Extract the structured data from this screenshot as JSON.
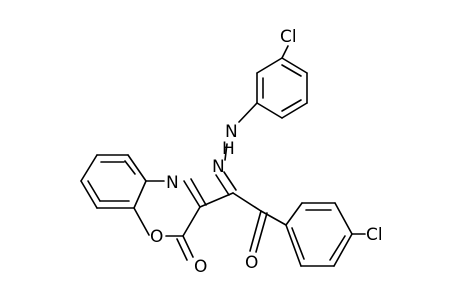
{
  "molecule": {
    "atoms": {
      "cl_top": "Cl",
      "cl_right": "Cl",
      "n_hydrazone_h": "N",
      "h_hydrazone": "H",
      "n_hydrazone": "N",
      "n_ring": "N",
      "o_ring": "O",
      "o_lactone": "O",
      "o_ketone": "O"
    }
  }
}
